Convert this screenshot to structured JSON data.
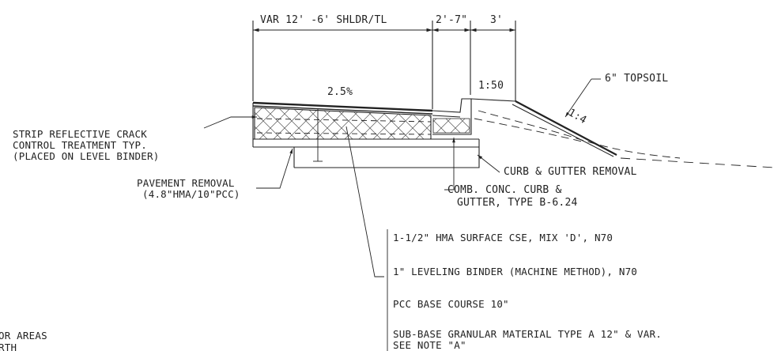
{
  "dimensions": {
    "shoulder_width": "VAR 12' -6' SHLDR/TL",
    "curb_width": "2'-7\"",
    "offset_width": "3'"
  },
  "slopes": {
    "shoulder_cross_slope": "2.5%",
    "curb_slope": "1:50",
    "foreslope": "1:4"
  },
  "callouts": {
    "topsoil": "6\" TOPSOIL",
    "crack_control": [
      "STRIP REFLECTIVE CRACK",
      "CONTROL TREATMENT TYP.",
      "(PLACED ON LEVEL BINDER)"
    ],
    "pavement_removal": [
      "PAVEMENT REMOVAL",
      "(4.8\"HMA/10\"PCC)"
    ],
    "curb_gutter_removal": "CURB & GUTTER REMOVAL",
    "comb_curb": [
      "COMB. CONC. CURB &",
      "GUTTER, TYPE B-6.24"
    ]
  },
  "layers": [
    "1-1/2\" HMA SURFACE CSE, MIX 'D', N70",
    "1\" LEVELING BINDER (MACHINE METHOD), N70",
    "PCC BASE COURSE 10\"",
    "SUB-BASE GRANULAR MATERIAL TYPE A 12\" & VAR."
  ],
  "layer_note": "SEE NOTE \"A\"",
  "cutoff_text": [
    "OR AREAS",
    "RTH"
  ],
  "colors": {
    "ink": "#222222",
    "paper": "#ffffff"
  }
}
